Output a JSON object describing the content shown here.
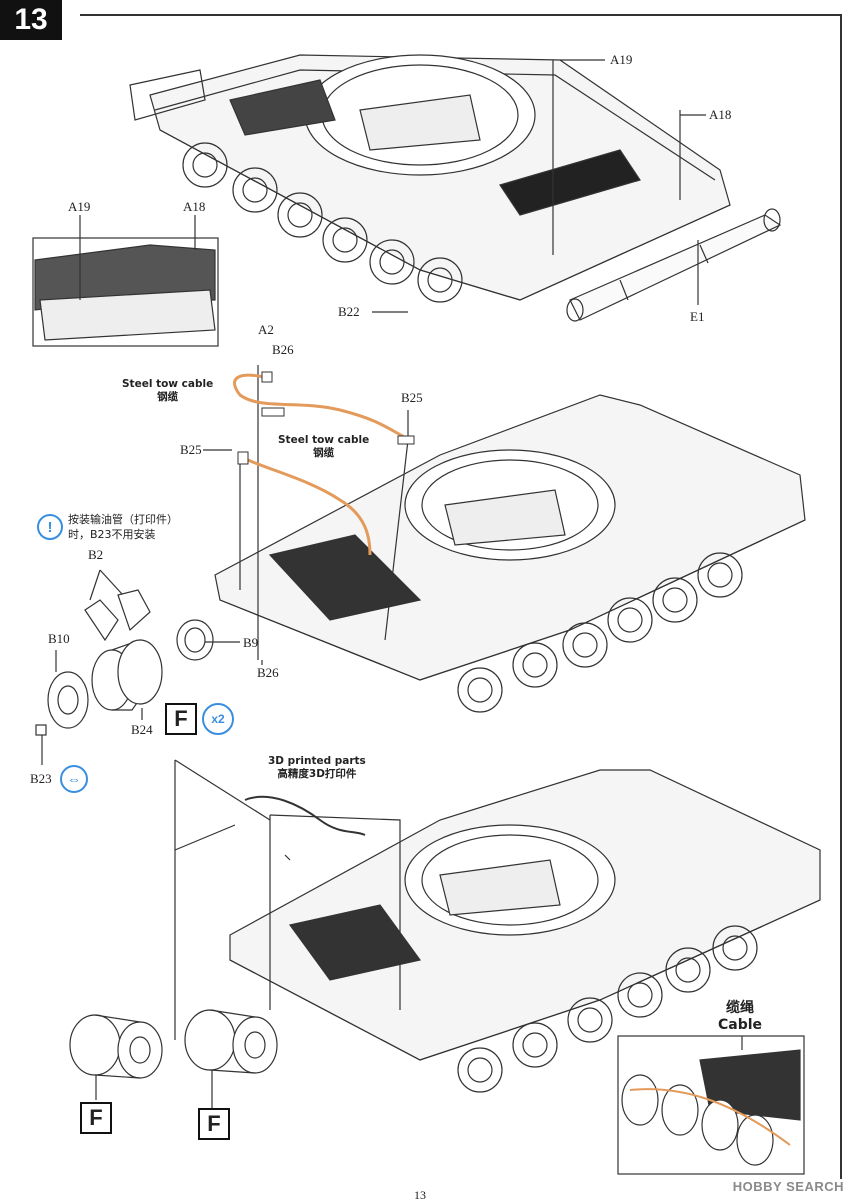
{
  "step": {
    "number": "13"
  },
  "labels": {
    "a19_top": "A19",
    "a18_top": "A18",
    "a19_inset": "A19",
    "a18_inset": "A18",
    "b22": "B22",
    "e1": "E1",
    "a2": "A2",
    "b26_top": "B26",
    "b25_right": "B25",
    "b25_left": "B25",
    "b26_bottom": "B26",
    "b2": "B2",
    "b10": "B10",
    "b9": "B9",
    "b24": "B24",
    "b23": "B23"
  },
  "notes": {
    "tow_cable_1_en": "Steel tow cable",
    "tow_cable_1_cn": "钢缆",
    "tow_cable_2_en": "Steel tow cable",
    "tow_cable_2_cn": "钢缆",
    "info_line1": "按装输油管（打印件）",
    "info_line2": "时，B23不用安装",
    "printed_en": "3D printed parts",
    "printed_cn": "高精度3D打印件",
    "cable_cn": "缆绳",
    "cable_en": "Cable"
  },
  "badges": {
    "f_label": "F",
    "x2": "x2",
    "info": "!",
    "glue": "⇔"
  },
  "footer": {
    "page": "13",
    "watermark": "HOBBY SEARCH"
  }
}
